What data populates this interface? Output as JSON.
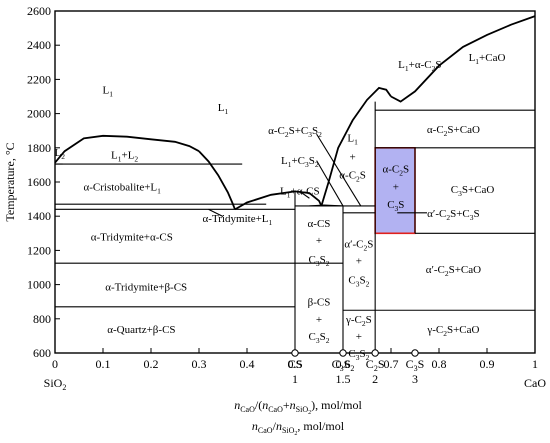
{
  "chart_data": {
    "type": "phase-diagram",
    "title": "",
    "xlabel_line1": {
      "pre": "n",
      "sub1": "CaO",
      "mid1": "/(",
      "n2": "n",
      "sub2": "CaO",
      "plus": "+",
      "n3": "n",
      "sub3": "SiO",
      "sub3b": "2",
      "post": "), mol/mol"
    },
    "xlabel_line2": {
      "pre": "n",
      "sub1": "CaO",
      "mid": "/",
      "n2": "n",
      "sub2": "SiO",
      "sub2b": "2",
      "post": ", mol/mol"
    },
    "ylabel": "Temperature, °C",
    "xlim": [
      0,
      1
    ],
    "ylim": [
      600,
      2600
    ],
    "x_ticks": [
      "0",
      "0.1",
      "0.2",
      "0.3",
      "0.4",
      "0.5",
      "0.6",
      "0.7",
      "0.8",
      "0.9",
      "1"
    ],
    "x_tick_values": [
      0,
      0.1,
      0.2,
      0.3,
      0.4,
      0.5,
      0.6,
      0.7,
      0.8,
      0.9,
      1.0
    ],
    "y_ticks": [
      "600",
      "800",
      "1000",
      "1200",
      "1400",
      "1600",
      "1800",
      "2000",
      "2200",
      "2400",
      "2600"
    ],
    "y_tick_values": [
      600,
      800,
      1000,
      1200,
      1400,
      1600,
      1800,
      2000,
      2200,
      2400,
      2600
    ],
    "endpoint_labels": {
      "left": "SiO2",
      "right": "CaO"
    },
    "compounds": [
      {
        "name": "CS",
        "x": 0.5,
        "ratio": "1"
      },
      {
        "name": "C3S2",
        "x": 0.6,
        "ratio": "1.5"
      },
      {
        "name": "C2S",
        "x": 0.667,
        "ratio": "2"
      },
      {
        "name": "C3S",
        "x": 0.75,
        "ratio": "3"
      }
    ],
    "horizontal_boundaries": [
      {
        "x1": 0.0,
        "x2": 0.39,
        "y": 1705
      },
      {
        "x1": 0.0,
        "x2": 0.44,
        "y": 1470
      },
      {
        "x1": 0.0,
        "x2": 0.5,
        "y": 1440
      },
      {
        "x1": 0.0,
        "x2": 0.5,
        "y": 1125
      },
      {
        "x1": 0.0,
        "x2": 0.5,
        "y": 870
      },
      {
        "x1": 0.5,
        "x2": 0.6,
        "y": 1460
      },
      {
        "x1": 0.5,
        "x2": 0.6,
        "y": 1125
      },
      {
        "x1": 0.6,
        "x2": 0.667,
        "y": 1460
      },
      {
        "x1": 0.6,
        "x2": 0.667,
        "y": 1420
      },
      {
        "x1": 0.6,
        "x2": 0.667,
        "y": 850
      },
      {
        "x1": 0.667,
        "x2": 1.0,
        "y": 2020
      },
      {
        "x1": 0.667,
        "x2": 1.0,
        "y": 1800
      },
      {
        "x1": 0.75,
        "x2": 1.0,
        "y": 1300
      },
      {
        "x1": 0.667,
        "x2": 1.0,
        "y": 850
      }
    ],
    "vertical_boundaries": [
      {
        "x": 0.5,
        "y1": 600,
        "y2": 1540
      },
      {
        "x": 0.6,
        "y1": 600,
        "y2": 1460
      },
      {
        "x": 0.667,
        "y1": 600,
        "y2": 2070
      },
      {
        "x": 0.75,
        "y1": 1300,
        "y2": 1800
      }
    ],
    "liquidus_curves": [
      {
        "x": [
          0.0,
          0.02,
          0.06,
          0.1,
          0.15,
          0.2,
          0.25,
          0.28,
          0.3
        ],
        "y": [
          1713,
          1780,
          1855,
          1870,
          1865,
          1850,
          1835,
          1810,
          1780
        ]
      },
      {
        "x": [
          0.3,
          0.32,
          0.34,
          0.36,
          0.37,
          0.375
        ],
        "y": [
          1780,
          1720,
          1640,
          1540,
          1475,
          1440
        ]
      },
      {
        "x": [
          0.375,
          0.4,
          0.45,
          0.5,
          0.53,
          0.55,
          0.555
        ],
        "y": [
          1440,
          1480,
          1525,
          1545,
          1535,
          1490,
          1460
        ]
      },
      {
        "x": [
          0.555,
          0.57,
          0.59,
          0.62,
          0.65,
          0.675,
          0.69,
          0.7
        ],
        "y": [
          1460,
          1600,
          1800,
          1960,
          2080,
          2150,
          2140,
          2100
        ]
      },
      {
        "x": [
          0.7,
          0.72,
          0.75,
          0.8,
          0.85,
          0.9,
          0.95,
          1.0
        ],
        "y": [
          2100,
          2070,
          2130,
          2280,
          2390,
          2460,
          2520,
          2570
        ]
      }
    ],
    "extra_curves": [
      {
        "x": [
          0.0,
          0.016
        ],
        "y": [
          1705,
          1705
        ]
      },
      {
        "x": [
          0.53,
          0.56,
          0.6
        ],
        "y": [
          1460,
          1465,
          1460
        ]
      }
    ],
    "highlight_region": {
      "x1": 0.667,
      "x2": 0.75,
      "y1": 1300,
      "y2": 1800,
      "fill": "#b2b2f2",
      "stroke": "#e0201c"
    },
    "region_labels": [
      {
        "x": 0.11,
        "y": 2140,
        "t": "L1"
      },
      {
        "x": 0.35,
        "y": 2040,
        "t": "L1"
      },
      {
        "x": 0.01,
        "y": 1775,
        "t": "L2"
      },
      {
        "x": 0.145,
        "y": 1760,
        "t": "L1+L2"
      },
      {
        "x": 0.14,
        "y": 1575,
        "t": "α-Cristobalite+L1"
      },
      {
        "x": 0.38,
        "y": 1390,
        "t": "α-Tridymite+L1"
      },
      {
        "x": 0.16,
        "y": 1280,
        "t": "α-Tridymite+α-CS"
      },
      {
        "x": 0.19,
        "y": 990,
        "t": "α-Tridymite+β-CS"
      },
      {
        "x": 0.18,
        "y": 740,
        "t": "α-Quartz+β-CS"
      },
      {
        "x": 0.51,
        "y": 1550,
        "t": "L1+α-CS"
      },
      {
        "x": 0.51,
        "y": 1730,
        "t": "L1+C3S2"
      },
      {
        "x": 0.5,
        "y": 1905,
        "t": "α-C2S+C3S2"
      },
      {
        "x": 0.62,
        "y": 1860,
        "t": "L1"
      },
      {
        "x": 0.62,
        "y": 1750,
        "t": "+"
      },
      {
        "x": 0.62,
        "y": 1645,
        "t": "α-C2S"
      },
      {
        "x": 0.55,
        "y": 1360,
        "t": "α-CS"
      },
      {
        "x": 0.55,
        "y": 1260,
        "t": "+"
      },
      {
        "x": 0.55,
        "y": 1150,
        "t": "C3S2"
      },
      {
        "x": 0.55,
        "y": 900,
        "t": "β-CS"
      },
      {
        "x": 0.55,
        "y": 800,
        "t": "+"
      },
      {
        "x": 0.55,
        "y": 700,
        "t": "C3S2"
      },
      {
        "x": 0.633,
        "y": 1240,
        "t": "α′-C2S"
      },
      {
        "x": 0.633,
        "y": 1140,
        "t": "+"
      },
      {
        "x": 0.633,
        "y": 1030,
        "t": "C3S2"
      },
      {
        "x": 0.633,
        "y": 800,
        "t": "γ-C2S"
      },
      {
        "x": 0.633,
        "y": 700,
        "t": "+"
      },
      {
        "x": 0.633,
        "y": 600,
        "t": "C3S2"
      },
      {
        "x": 0.71,
        "y": 1680,
        "t": "α-C2S"
      },
      {
        "x": 0.71,
        "y": 1575,
        "t": "+"
      },
      {
        "x": 0.71,
        "y": 1470,
        "t": "C3S"
      },
      {
        "x": 0.76,
        "y": 2290,
        "t": "L1+α-C2S"
      },
      {
        "x": 0.9,
        "y": 2330,
        "t": "L1+CaO"
      },
      {
        "x": 0.83,
        "y": 1910,
        "t": "α-C2S+CaO"
      },
      {
        "x": 0.87,
        "y": 1560,
        "t": "C3S+CaO"
      },
      {
        "x": 0.83,
        "y": 1420,
        "t": "α′-C2S+C3S"
      },
      {
        "x": 0.83,
        "y": 1090,
        "t": "α′-C2S+CaO"
      },
      {
        "x": 0.83,
        "y": 740,
        "t": "γ-C2S+CaO"
      }
    ],
    "leader_lines": [
      {
        "from": [
          0.545,
          1725
        ],
        "to": [
          0.6,
          1460
        ]
      },
      {
        "from": [
          0.545,
          1880
        ],
        "to": [
          0.637,
          1460
        ]
      },
      {
        "from": [
          0.51,
          1545
        ],
        "to": [
          0.53,
          1505
        ]
      },
      {
        "from": [
          0.35,
          1398
        ],
        "to": [
          0.32,
          1440
        ]
      },
      {
        "from": [
          0.713,
          1420
        ],
        "to": [
          0.775,
          1420
        ]
      }
    ]
  }
}
